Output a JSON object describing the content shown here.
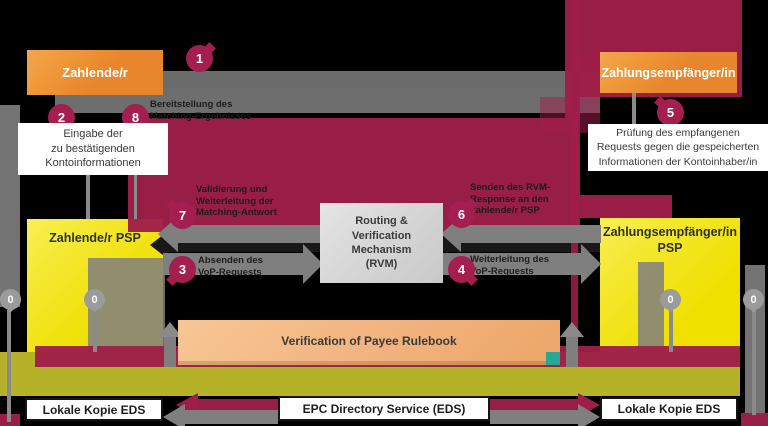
{
  "actors": {
    "payer": "Zahlende/r",
    "payee": "Zahlungsempfänger/in",
    "payer_psp": "Zahlende/r PSP",
    "payee_psp": "Zahlungsempfänger/in\nPSP",
    "rvm": "Routing &\nVerification\nMechanism\n(RVM)",
    "rulebook": "Verification of Payee Rulebook",
    "eds": "EPC Directory Service (EDS)",
    "local_copy_left": "Lokale Kopie EDS",
    "local_copy_right": "Lokale Kopie EDS"
  },
  "badges": {
    "b1": "1",
    "b2": "2",
    "b3": "3",
    "b4": "4",
    "b5": "5",
    "b6": "6",
    "b7": "7",
    "b8": "8",
    "zero": "0"
  },
  "labels": {
    "step8": "Bereitstellung des\nMatching-Ergebnisses",
    "step7": "Validierung und\nWeiterleitung der\nMatching-Antwort",
    "step3": "Absenden des\nVoP-Requests",
    "step6": "Senden des RVM-\nResponse an den\nZahlende/r PSP",
    "step4": "Weiterleitung des\nVoP-Requests",
    "note2": "Eingabe der\nzu bestätigenden\nKontoinformationen",
    "note5": "Prüfung des empfangenen\nRequests gegen die gespeicherten\nInformationen der Kontoinhaber/in"
  },
  "colors": {
    "crimson": "#9e1e4a",
    "orange": "#e8862d",
    "yellow": "#efe000",
    "olive": "#b5b128",
    "peach": "#f2b27e",
    "gray_arrow": "#7f7f7f",
    "teal": "#2aa893",
    "background": "#000000"
  }
}
